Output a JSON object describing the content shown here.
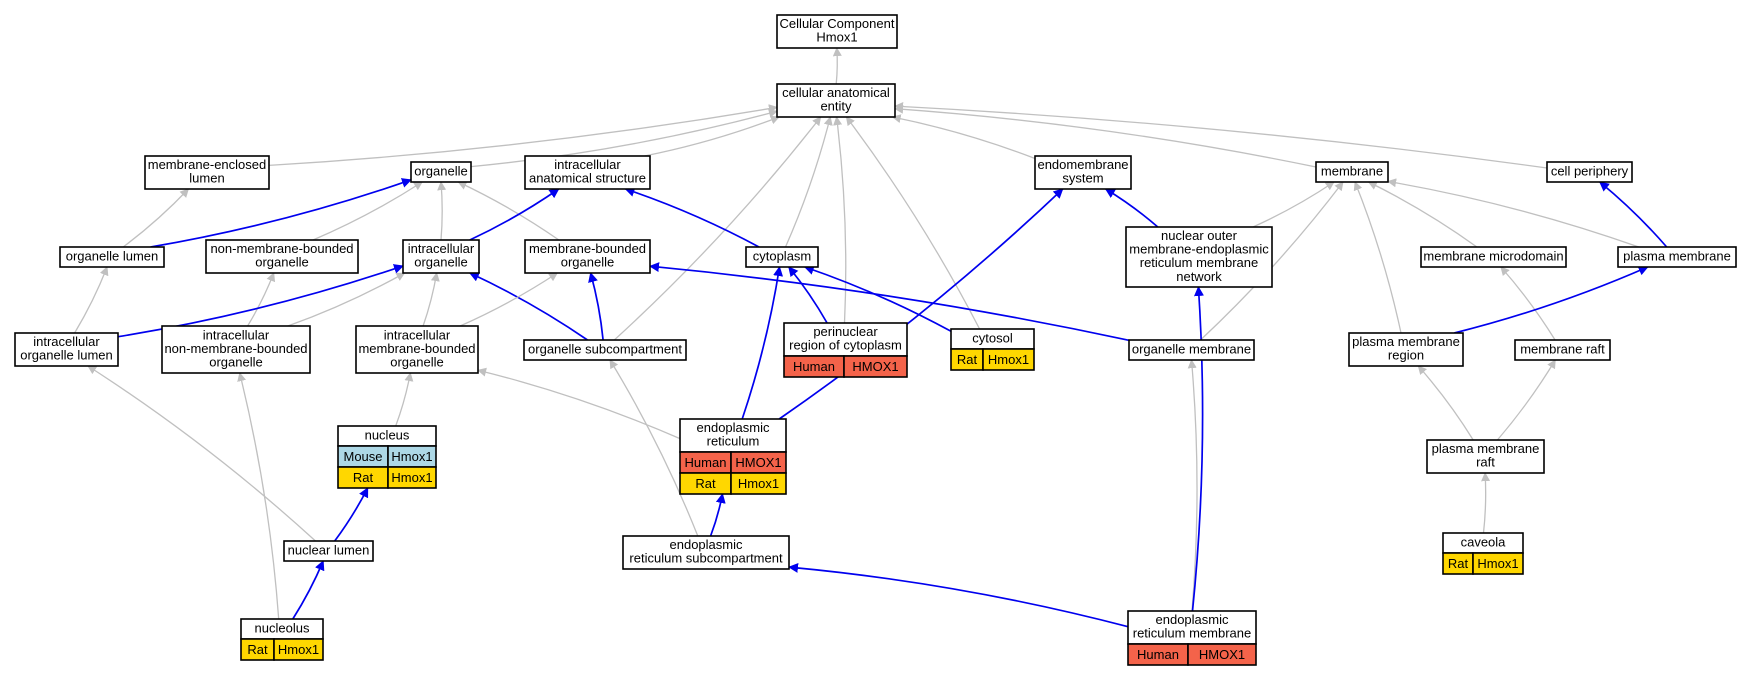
{
  "colors": {
    "edge_gray": "#c0c0c0",
    "edge_blue": "#0000ee",
    "human": "#f4634a",
    "mouse": "#add8e6",
    "rat": "#ffd700"
  },
  "nodes": [
    {
      "id": "cc",
      "lines": [
        "Cellular Component",
        "Hmox1"
      ]
    },
    {
      "id": "cae",
      "lines": [
        "cellular anatomical",
        "entity"
      ]
    },
    {
      "id": "mel",
      "lines": [
        "membrane-enclosed",
        "lumen"
      ]
    },
    {
      "id": "org",
      "lines": [
        "organelle"
      ]
    },
    {
      "id": "ias",
      "lines": [
        "intracellular",
        "anatomical structure"
      ]
    },
    {
      "id": "ends",
      "lines": [
        "endomembrane",
        "system"
      ]
    },
    {
      "id": "mem",
      "lines": [
        "membrane"
      ]
    },
    {
      "id": "cp",
      "lines": [
        "cell periphery"
      ]
    },
    {
      "id": "orgl",
      "lines": [
        "organelle lumen"
      ]
    },
    {
      "id": "nmbo",
      "lines": [
        "non-membrane-bounded",
        "organelle"
      ]
    },
    {
      "id": "io",
      "lines": [
        "intracellular",
        "organelle"
      ]
    },
    {
      "id": "mbo",
      "lines": [
        "membrane-bounded",
        "organelle"
      ]
    },
    {
      "id": "cyto",
      "lines": [
        "cytoplasm"
      ]
    },
    {
      "id": "nom",
      "lines": [
        "nuclear outer",
        "membrane-endoplasmic",
        "reticulum membrane",
        "network"
      ]
    },
    {
      "id": "mmd",
      "lines": [
        "membrane microdomain"
      ]
    },
    {
      "id": "pm",
      "lines": [
        "plasma membrane"
      ]
    },
    {
      "id": "iol",
      "lines": [
        "intracellular",
        "organelle lumen"
      ]
    },
    {
      "id": "inmbo",
      "lines": [
        "intracellular",
        "non-membrane-bounded",
        "organelle"
      ]
    },
    {
      "id": "imbo",
      "lines": [
        "intracellular",
        "membrane-bounded",
        "organelle"
      ]
    },
    {
      "id": "osc",
      "lines": [
        "organelle subcompartment"
      ]
    },
    {
      "id": "prc",
      "lines": [
        "perinuclear",
        "region of cytoplasm"
      ],
      "species": [
        {
          "name": "Human",
          "gene": "HMOX1",
          "color": "human"
        }
      ]
    },
    {
      "id": "cytosol",
      "lines": [
        "cytosol"
      ],
      "species": [
        {
          "name": "Rat",
          "gene": "Hmox1",
          "color": "rat"
        }
      ]
    },
    {
      "id": "om",
      "lines": [
        "organelle membrane"
      ]
    },
    {
      "id": "pmr",
      "lines": [
        "plasma membrane",
        "region"
      ]
    },
    {
      "id": "mr",
      "lines": [
        "membrane raft"
      ]
    },
    {
      "id": "nuc",
      "lines": [
        "nucleus"
      ],
      "species": [
        {
          "name": "Mouse",
          "gene": "Hmox1",
          "color": "mouse"
        },
        {
          "name": "Rat",
          "gene": "Hmox1",
          "color": "rat"
        }
      ]
    },
    {
      "id": "er",
      "lines": [
        "endoplasmic",
        "reticulum"
      ],
      "species": [
        {
          "name": "Human",
          "gene": "HMOX1",
          "color": "human"
        },
        {
          "name": "Rat",
          "gene": "Hmox1",
          "color": "rat"
        }
      ]
    },
    {
      "id": "pmraft",
      "lines": [
        "plasma membrane",
        "raft"
      ]
    },
    {
      "id": "nl",
      "lines": [
        "nuclear lumen"
      ]
    },
    {
      "id": "ersc",
      "lines": [
        "endoplasmic",
        "reticulum subcompartment"
      ]
    },
    {
      "id": "cav",
      "lines": [
        "caveola"
      ],
      "species": [
        {
          "name": "Rat",
          "gene": "Hmox1",
          "color": "rat"
        }
      ]
    },
    {
      "id": "nucl",
      "lines": [
        "nucleolus"
      ],
      "species": [
        {
          "name": "Rat",
          "gene": "Hmox1",
          "color": "rat"
        }
      ]
    },
    {
      "id": "erm",
      "lines": [
        "endoplasmic",
        "reticulum membrane"
      ],
      "species": [
        {
          "name": "Human",
          "gene": "HMOX1",
          "color": "human"
        }
      ]
    }
  ],
  "edges": [
    {
      "from": "cae",
      "to": "cc",
      "color": "gray"
    },
    {
      "from": "mel",
      "to": "cae",
      "color": "gray"
    },
    {
      "from": "org",
      "to": "cae",
      "color": "gray"
    },
    {
      "from": "ias",
      "to": "cae",
      "color": "gray"
    },
    {
      "from": "ends",
      "to": "cae",
      "color": "gray"
    },
    {
      "from": "mem",
      "to": "cae",
      "color": "gray"
    },
    {
      "from": "cp",
      "to": "cae",
      "color": "gray"
    },
    {
      "from": "osc",
      "to": "cae",
      "color": "gray"
    },
    {
      "from": "cyto",
      "to": "cae",
      "color": "gray"
    },
    {
      "from": "prc",
      "to": "cae",
      "color": "gray"
    },
    {
      "from": "cytosol",
      "to": "cae",
      "color": "gray"
    },
    {
      "from": "orgl",
      "to": "mel",
      "color": "gray"
    },
    {
      "from": "orgl",
      "to": "org",
      "color": "blue"
    },
    {
      "from": "nmbo",
      "to": "org",
      "color": "gray"
    },
    {
      "from": "io",
      "to": "org",
      "color": "gray"
    },
    {
      "from": "mbo",
      "to": "org",
      "color": "gray"
    },
    {
      "from": "io",
      "to": "ias",
      "color": "blue"
    },
    {
      "from": "cyto",
      "to": "ias",
      "color": "blue"
    },
    {
      "from": "nom",
      "to": "ends",
      "color": "blue"
    },
    {
      "from": "er",
      "to": "ends",
      "color": "blue"
    },
    {
      "from": "nom",
      "to": "mem",
      "color": "gray"
    },
    {
      "from": "mmd",
      "to": "mem",
      "color": "gray"
    },
    {
      "from": "pm",
      "to": "mem",
      "color": "gray"
    },
    {
      "from": "om",
      "to": "mem",
      "color": "gray"
    },
    {
      "from": "pmr",
      "to": "mem",
      "color": "gray"
    },
    {
      "from": "pm",
      "to": "cp",
      "color": "blue"
    },
    {
      "from": "iol",
      "to": "orgl",
      "color": "gray"
    },
    {
      "from": "inmbo",
      "to": "nmbo",
      "color": "gray"
    },
    {
      "from": "iol",
      "to": "io",
      "color": "blue"
    },
    {
      "from": "inmbo",
      "to": "io",
      "color": "gray"
    },
    {
      "from": "imbo",
      "to": "io",
      "color": "gray"
    },
    {
      "from": "osc",
      "to": "io",
      "color": "blue"
    },
    {
      "from": "imbo",
      "to": "mbo",
      "color": "gray"
    },
    {
      "from": "osc",
      "to": "mbo",
      "color": "blue"
    },
    {
      "from": "om",
      "to": "mbo",
      "color": "blue"
    },
    {
      "from": "prc",
      "to": "cyto",
      "color": "blue"
    },
    {
      "from": "cytosol",
      "to": "cyto",
      "color": "blue"
    },
    {
      "from": "er",
      "to": "cyto",
      "color": "blue"
    },
    {
      "from": "mr",
      "to": "mmd",
      "color": "gray"
    },
    {
      "from": "pmr",
      "to": "pm",
      "color": "blue"
    },
    {
      "from": "nl",
      "to": "iol",
      "color": "gray"
    },
    {
      "from": "nucl",
      "to": "inmbo",
      "color": "gray"
    },
    {
      "from": "nuc",
      "to": "imbo",
      "color": "gray"
    },
    {
      "from": "er",
      "to": "imbo",
      "color": "gray"
    },
    {
      "from": "ersc",
      "to": "osc",
      "color": "gray"
    },
    {
      "from": "erm",
      "to": "om",
      "color": "gray"
    },
    {
      "from": "pmraft",
      "to": "pmr",
      "color": "gray"
    },
    {
      "from": "pmraft",
      "to": "mr",
      "color": "gray"
    },
    {
      "from": "nl",
      "to": "nuc",
      "color": "blue"
    },
    {
      "from": "ersc",
      "to": "er",
      "color": "blue"
    },
    {
      "from": "cav",
      "to": "pmraft",
      "color": "gray"
    },
    {
      "from": "nucl",
      "to": "nl",
      "color": "blue"
    },
    {
      "from": "erm",
      "to": "ersc",
      "color": "blue"
    },
    {
      "from": "erm",
      "to": "nom",
      "color": "blue"
    }
  ]
}
